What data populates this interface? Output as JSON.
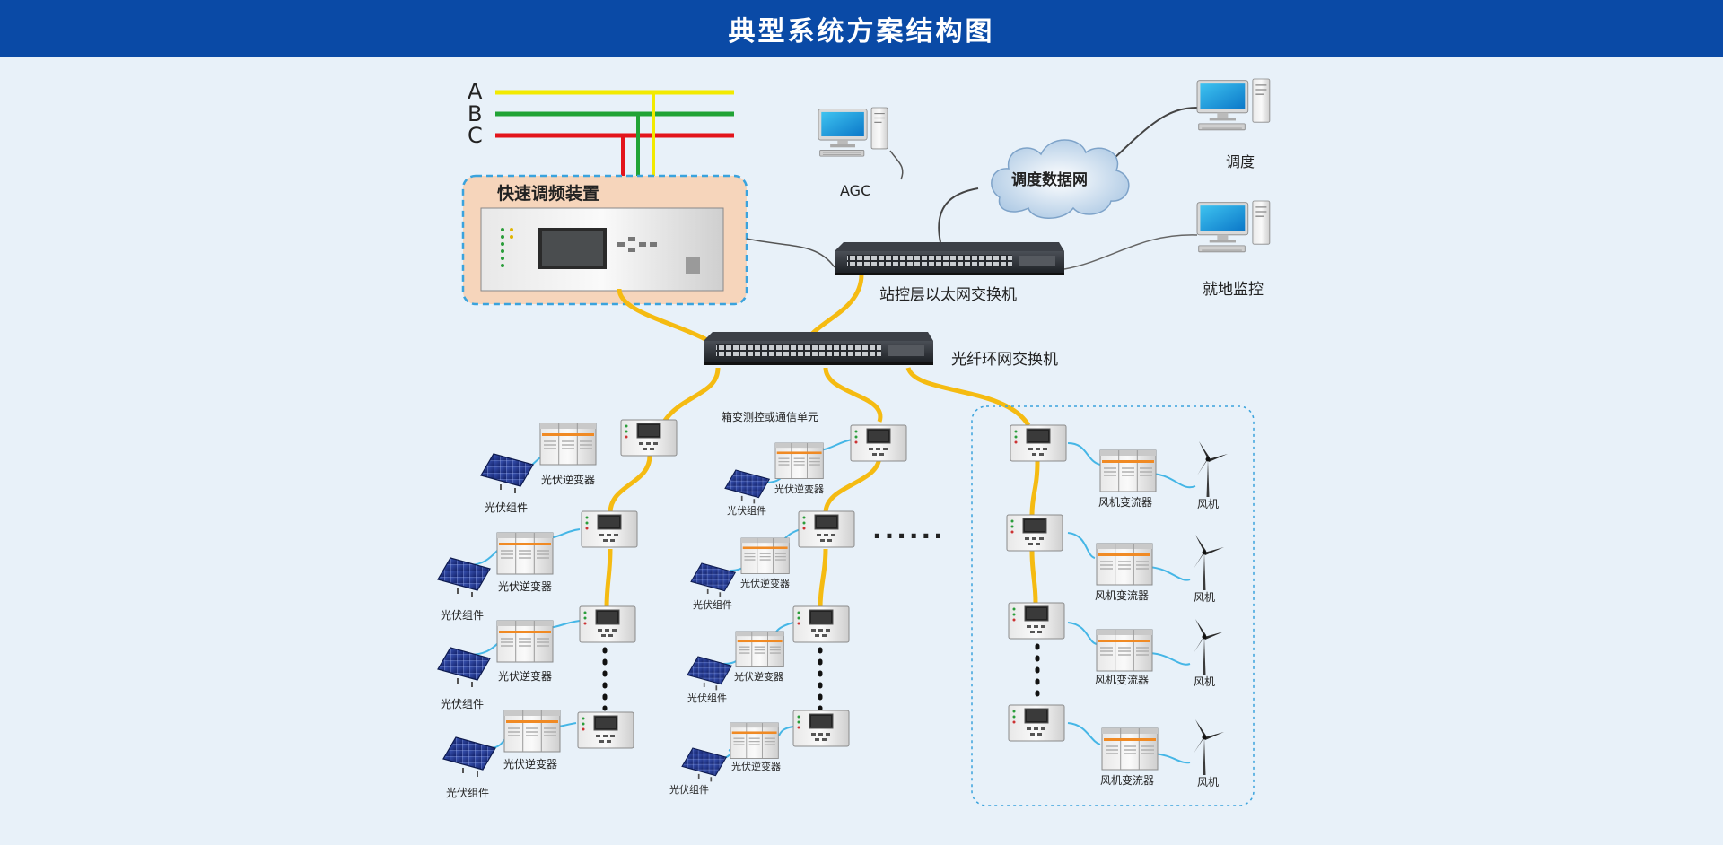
{
  "title": "典型系统方案结构图",
  "phases": [
    "A",
    "B",
    "C"
  ],
  "fast_freq_device_label": "快速调频装置",
  "agc_label": "AGC",
  "dispatch_network_label": "调度数据网",
  "dispatch_label": "调度",
  "local_monitor_label": "就地监控",
  "station_switch_label": "站控层以太网交换机",
  "fiber_ring_switch_label": "光纤环网交换机",
  "box_unit_label": "箱变测控或通信单元",
  "pv_module_label": "光伏组件",
  "pv_inverter_label": "光伏逆变器",
  "wind_converter_label": "风机变流器",
  "wind_turbine_label": "风机",
  "ellipsis": "......",
  "colors": {
    "banner": "#0a4aa6",
    "background": "#e8f1f9",
    "phase_a": "#f2ea00",
    "phase_b": "#21a336",
    "phase_c": "#e3141b",
    "fiber": "#f5bb12",
    "ethernet": "#45b6e6",
    "device_highlight": "#f6d5bb",
    "dashed_border": "#3aa3dd"
  }
}
